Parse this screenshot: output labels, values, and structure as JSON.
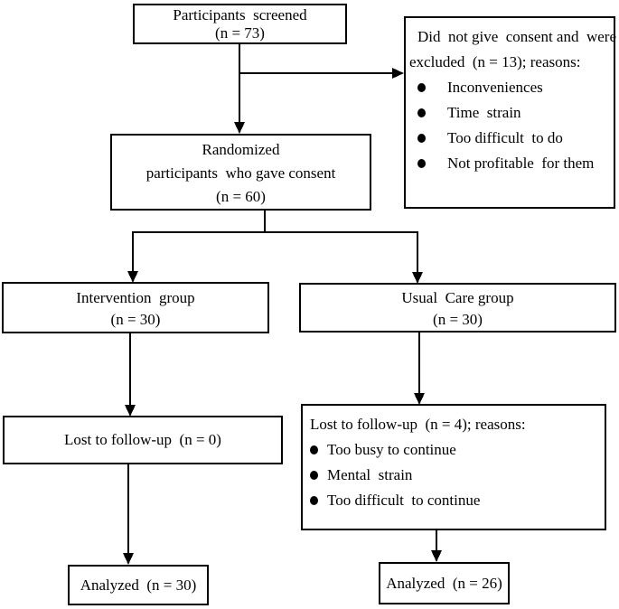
{
  "diagram": {
    "boxes": {
      "screened": {
        "lines": [
          "Participants  screened",
          "(n = 73)"
        ]
      },
      "excluded": {
        "lines": [
          "Did  not give  consent and  were",
          "excluded  (n = 13); reasons:"
        ],
        "bullets": [
          "Inconveniences",
          "Time  strain",
          "Too difficult  to do",
          "Not profitable  for them"
        ]
      },
      "randomized": {
        "lines": [
          "Randomized",
          "participants  who gave consent",
          "(n = 60)"
        ]
      },
      "intervention": {
        "lines": [
          "Intervention  group",
          "(n = 30)"
        ]
      },
      "usual_care": {
        "lines": [
          "Usual  Care group",
          "(n = 30)"
        ]
      },
      "lost_intervention": {
        "lines": [
          "Lost to follow-up  (n = 0)"
        ]
      },
      "lost_usual_care": {
        "lines": [
          "Lost to follow-up  (n = 4); reasons:"
        ],
        "bullets": [
          "Too busy to continue",
          "Mental  strain",
          "Too difficult  to continue"
        ]
      },
      "analyzed_intervention": {
        "lines": [
          "Analyzed  (n = 30)"
        ]
      },
      "analyzed_usual_care": {
        "lines": [
          "Analyzed  (n = 26)"
        ]
      }
    },
    "colors": {
      "border": "#000000",
      "connector": "#000000",
      "text": "#000000",
      "background": "#ffffff"
    }
  }
}
